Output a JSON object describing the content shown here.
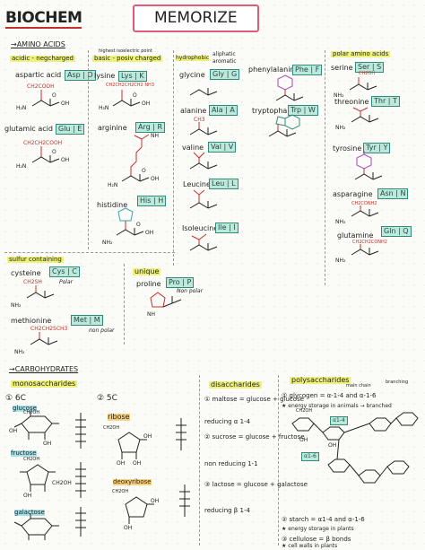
{
  "header": {
    "title": "BIOCHEM",
    "memorize": "MEMORIZE"
  },
  "amino": {
    "heading": "→AMINO ACIDS",
    "acidic_label": "acidic - negcharged",
    "aspartic": {
      "name": "aspartic acid",
      "code": "Asp | D",
      "side": "CH2COOH"
    },
    "glutamic": {
      "name": "glutamic acid",
      "code": "Glu | E",
      "side": "CH2CH2COOH"
    },
    "basic_note": "highest isoelectric point",
    "basic_label": "basic - posiv charged",
    "lysine": {
      "name": "lysine",
      "code": "Lys | K",
      "side": "CH2CH2CH2CH2 NH3"
    },
    "arginine": {
      "name": "arginine",
      "code": "Arg | R"
    },
    "histidine": {
      "name": "histidine",
      "code": "His | H"
    },
    "hydrophobic_label": "hydrophobic",
    "aliphatic_label": "aliphatic",
    "aromatic_label": "aromatic",
    "glycine": {
      "name": "glycine",
      "code": "Gly | G"
    },
    "alanine": {
      "name": "alanine",
      "code": "Ala | A",
      "side": "CH3"
    },
    "valine": {
      "name": "valine",
      "code": "Val | V"
    },
    "leucine": {
      "name": "Leucine",
      "code": "Leu | L"
    },
    "isoleucine": {
      "name": "Isoleucine",
      "code": "Ile | I"
    },
    "phenylalanine": {
      "name": "phenylalanine",
      "code": "Phe | F"
    },
    "tryptophan": {
      "name": "tryptophan",
      "code": "Trp | W"
    },
    "polar_label": "polar amino acids",
    "serine": {
      "name": "serine",
      "code": "Ser | S",
      "side": "CH2OH"
    },
    "threonine": {
      "name": "threonine",
      "code": "Thr | T"
    },
    "tyrosine": {
      "name": "tyrosine",
      "code": "Tyr | Y"
    },
    "asparagine": {
      "name": "asparagine",
      "code": "Asn | N",
      "side": "CH2CONH2"
    },
    "glutamine": {
      "name": "glutamine",
      "code": "Gln | Q",
      "side": "CH2CH2CONH2"
    },
    "sulfur_label": "sulfur containing",
    "cysteine": {
      "name": "cysteine",
      "code": "Cys | C",
      "side": "CH2SH",
      "note": "Polar"
    },
    "methionine": {
      "name": "methionine",
      "code": "Met | M",
      "side": "CH2CH2SCH3",
      "note": "non polar"
    },
    "unique_label": "unique",
    "proline": {
      "name": "proline",
      "code": "Pro | P",
      "note": "Non polar"
    },
    "h2n": "H2N",
    "nh2": "NH2",
    "oh": "OH",
    "o": "O"
  },
  "carbs": {
    "heading": "→CARBOHYDRATES",
    "mono_label": "monosaccharides",
    "six_c": "① 6C",
    "five_c": "② 5C",
    "glucose": "glucose",
    "fructose": "fructose",
    "galactose": "galactose",
    "ribose": "ribose",
    "deoxyribose": "deoxyribose",
    "di_label": "disaccharides",
    "maltose_line": "① maltose = glucose + glucose",
    "maltose_reducing": "reducing   α 1-4",
    "sucrose_line": "② sucrose = glucose + fructose",
    "sucrose_reducing": "non reducing   1-1",
    "lactose_line": "③ lactose = glucose + galactose",
    "lactose_reducing": "reducing   β 1-4",
    "poly_label": "polysaccharides",
    "glycogen_main": "main chain",
    "glycogen_branch": "branching",
    "glycogen_line": "① glycogen = α-1-4 and α-1-6",
    "glycogen_note": "★ energy storage in animals → branched",
    "starch_line": "② starch = α1-4 and α-1-6",
    "starch_note": "★ energy storage in plants",
    "cellulose_line": "③ cellulose = β bonds",
    "cellulose_note": "★ cell walls in plants",
    "ch2oh": "CH2OH",
    "alpha_tag": "α1-4",
    "alpha6_tag": "α1-6"
  },
  "colors": {
    "box": "#bfe8dd",
    "box_border": "#2f8c78",
    "memorize_border": "#e05a7a",
    "highlight_yellow": "#eef27a",
    "highlight_blue": "#a9dfe7",
    "highlight_purple": "#e7d3f2",
    "highlight_orange": "#f9d17e"
  }
}
